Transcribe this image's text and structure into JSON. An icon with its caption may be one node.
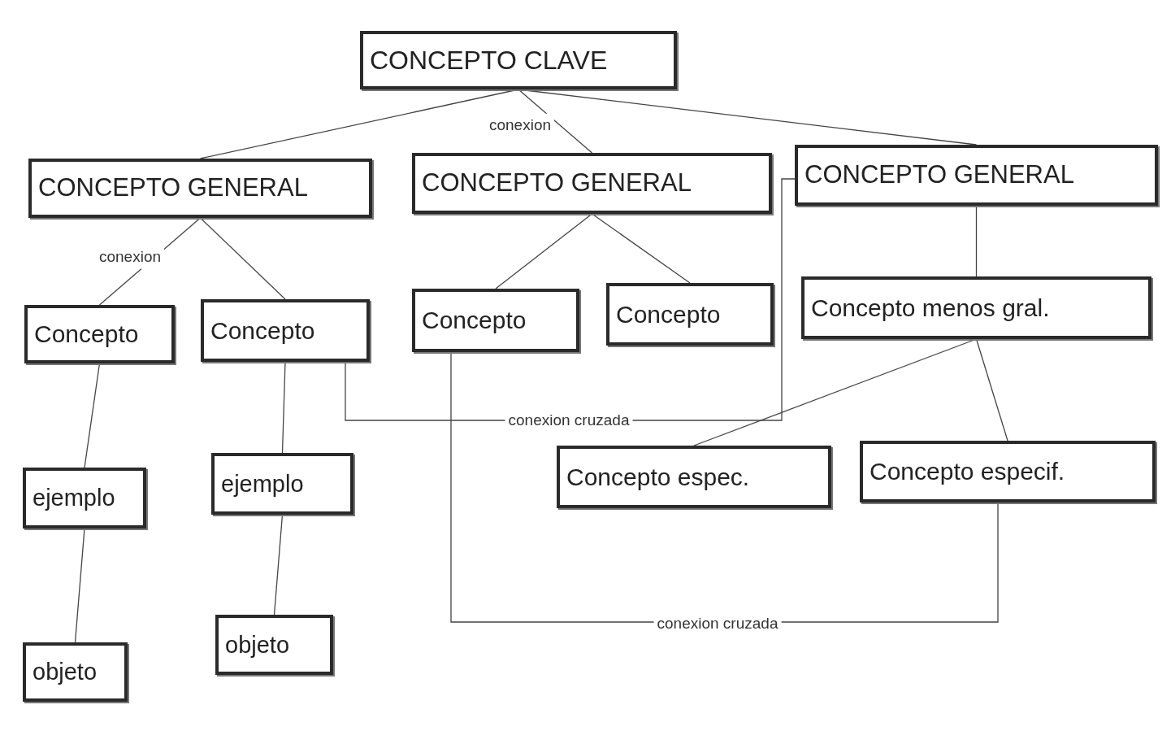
{
  "diagram": {
    "nodes": [
      {
        "text": [
          "CONCEPTO CLAVE"
        ]
      },
      {
        "text": [
          "CONCEPTO GENERAL"
        ]
      },
      {
        "text": [
          "CONCEPTO GENERAL"
        ]
      },
      {
        "text": [
          "CONCEPTO GENERAL"
        ]
      },
      {
        "text": [
          "Concepto"
        ]
      },
      {
        "text": [
          "Concepto"
        ]
      },
      {
        "text": [
          "Concepto"
        ]
      },
      {
        "text": [
          "Concepto"
        ]
      },
      {
        "text": [
          "Concepto menos gral."
        ]
      },
      {
        "text": [
          "ejemplo"
        ]
      },
      {
        "text": [
          "ejemplo"
        ]
      },
      {
        "text": [
          "Concepto espec."
        ]
      },
      {
        "text": [
          "Concepto especif."
        ]
      },
      {
        "text": [
          "objeto"
        ]
      },
      {
        "text": [
          "objeto"
        ]
      }
    ],
    "edges": [
      {
        "from": 0,
        "to": 1,
        "arrow": "none"
      },
      {
        "from": 0,
        "to": 2,
        "label": "conexion",
        "arrow": "none"
      },
      {
        "from": 0,
        "to": 3,
        "arrow": "none"
      },
      {
        "from": 1,
        "to": 4,
        "label": "conexion",
        "arrow": "none"
      },
      {
        "from": 1,
        "to": 5,
        "arrow": "none"
      },
      {
        "from": 2,
        "to": 6,
        "arrow": "none"
      },
      {
        "from": 2,
        "to": 7,
        "arrow": "none"
      },
      {
        "from": 3,
        "to": 8,
        "arrow": "none"
      },
      {
        "from": 4,
        "to": 9,
        "arrow": "none"
      },
      {
        "from": 9,
        "to": 13,
        "arrow": "none"
      },
      {
        "from": 5,
        "to": 10,
        "arrow": "none"
      },
      {
        "from": 10,
        "to": 14,
        "arrow": "none"
      },
      {
        "from": 8,
        "to": 11,
        "arrow": "none"
      },
      {
        "from": 8,
        "to": 12,
        "arrow": "none"
      },
      {
        "from": 5,
        "to": 3,
        "label": "conexion cruzada",
        "arrow": "none"
      },
      {
        "from": 6,
        "to": 12,
        "label": "conexion cruzada",
        "arrow": "none"
      }
    ]
  }
}
